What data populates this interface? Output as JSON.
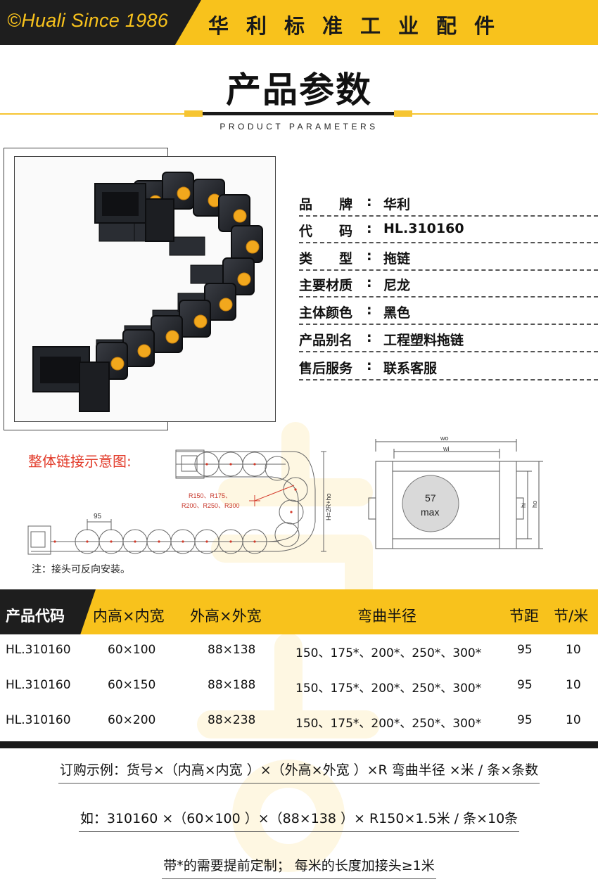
{
  "header": {
    "brand": "©Huali Since 1986",
    "company": "华利标准工业配件"
  },
  "section": {
    "title": "产品参数",
    "subtitle": "PRODUCT PARAMETERS"
  },
  "specs": [
    {
      "label": "品　　牌",
      "value": "华利"
    },
    {
      "label": "代　　码",
      "value": "HL.310160"
    },
    {
      "label": "类　　型",
      "value": "拖链"
    },
    {
      "label": "主要材质",
      "value": "尼龙"
    },
    {
      "label": "主体颜色",
      "value": "黑色"
    },
    {
      "label": "产品别名",
      "value": "工程塑料拖链"
    },
    {
      "label": "售后服务",
      "value": "联系客服"
    }
  ],
  "diagram": {
    "title": "整体链接示意图:",
    "pitch_label": "95",
    "radius_label_1": "R150、R175、",
    "radius_label_2": "R200、R250、R300",
    "height_label": "H=2R+ho",
    "note": "注：接头可反向安装。",
    "section_wo": "wo",
    "section_wi": "wi",
    "section_hi": "hi",
    "section_ho": "ho",
    "max_value": "57",
    "max_label": "max"
  },
  "table": {
    "headers": [
      "产品代码",
      "内高×内宽",
      "外高×外宽",
      "弯曲半径",
      "节距",
      "节/米"
    ],
    "rows": [
      [
        "HL.310160",
        "60×100",
        "88×138",
        "150、175*、200*、250*、300*",
        "95",
        "10"
      ],
      [
        "HL.310160",
        "60×150",
        "88×188",
        "150、175*、200*、250*、300*",
        "95",
        "10"
      ],
      [
        "HL.310160",
        "60×200",
        "88×238",
        "150、175*、200*、250*、300*",
        "95",
        "10"
      ]
    ]
  },
  "order": {
    "line1": "订购示例：货号×（内高×内宽 ）×（外高×外宽 ）×R 弯曲半径 ×米 / 条×条数",
    "line2": "如：310160 ×（60×100 ）×（88×138 ）× R150×1.5米 / 条×10条",
    "line3": "带*的需要提前定制；  每米的长度加接头≥1米"
  },
  "colors": {
    "accent": "#f8c21c",
    "dark": "#1e1e1e",
    "red": "#e23b2a"
  }
}
